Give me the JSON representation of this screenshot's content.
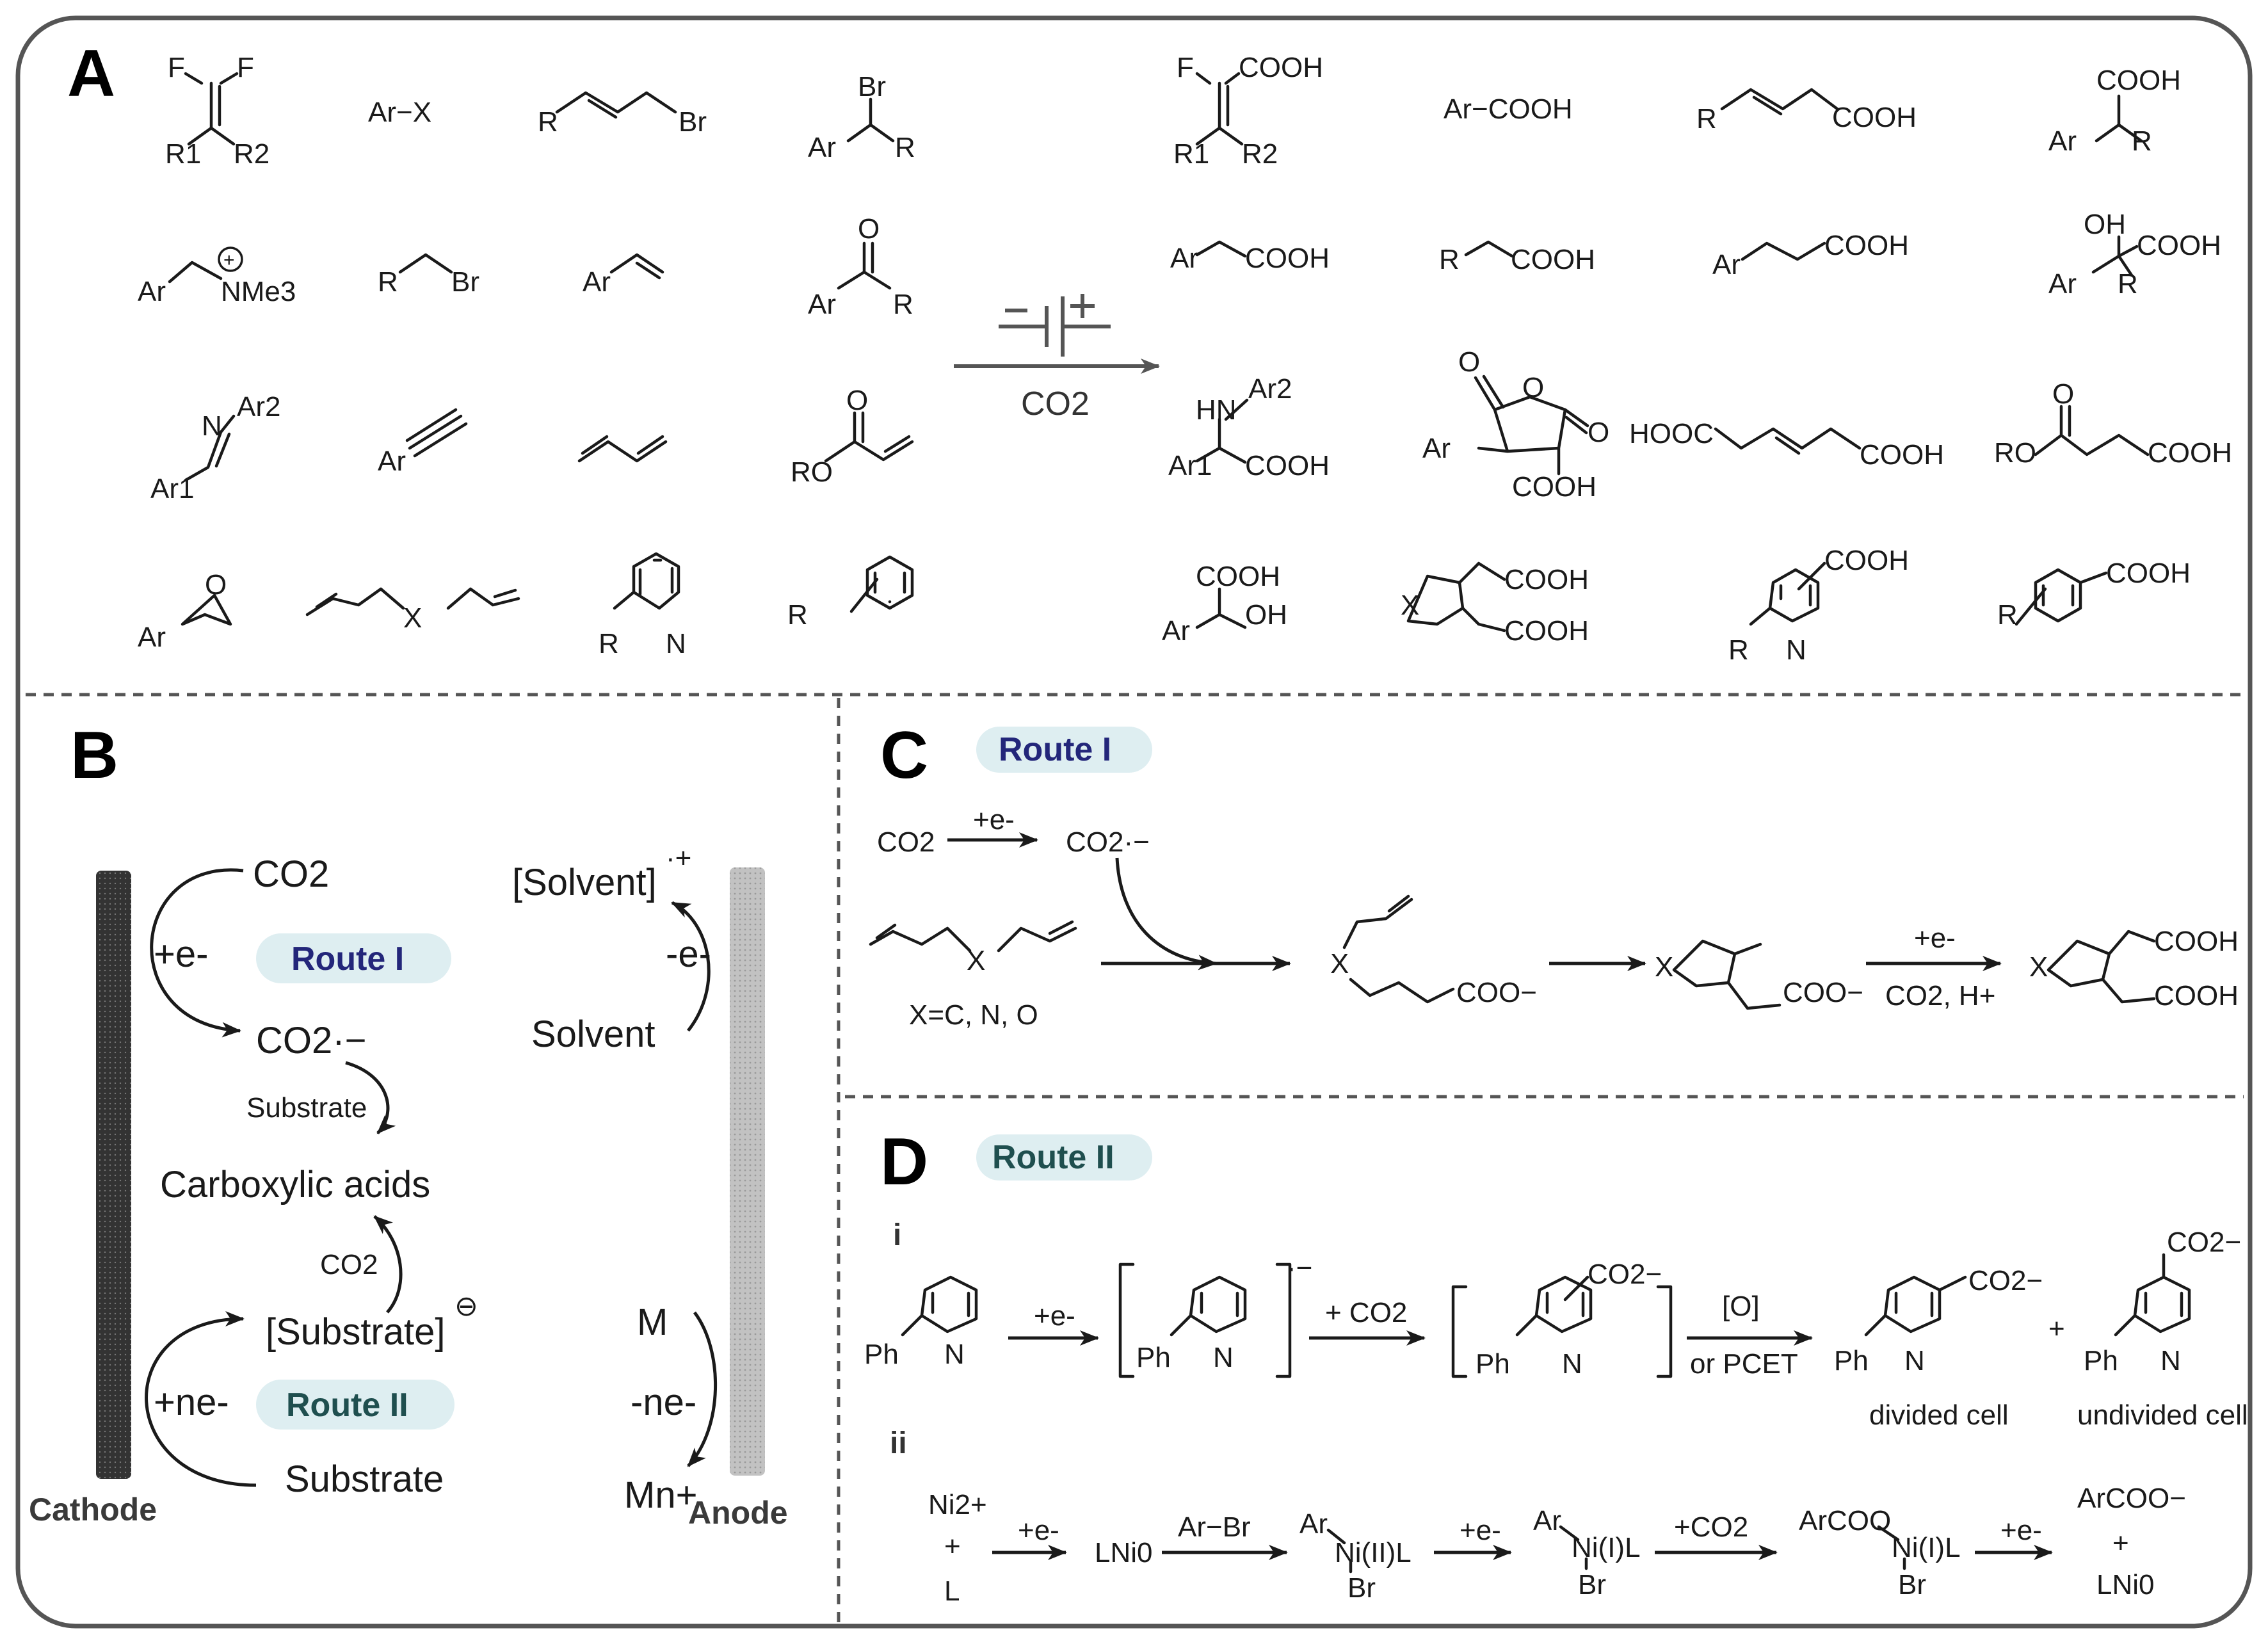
{
  "panels": {
    "a": "A",
    "b": "B",
    "c": "C",
    "d": "D"
  },
  "colors": {
    "route_pill": "#deeef1",
    "route1_text": "#23267a",
    "route2_text": "#1f4f4f",
    "cathode": "#333333",
    "anode": "#b8b8b8",
    "frame": "#555555"
  },
  "panel_a": {
    "row1": {
      "s1_f1": "F",
      "s1_f2": "F",
      "s1_r1": "R1",
      "s1_r2": "R2",
      "s2": "Ar−X",
      "s3_r": "R",
      "s3_br": "Br",
      "s4_br": "Br",
      "s4_ar": "Ar",
      "s4_r": "R",
      "p1_f": "F",
      "p1_cooh": "COOH",
      "p1_r1": "R1",
      "p1_r2": "R2",
      "p2": "Ar−COOH",
      "p3_r": "R",
      "p3_cooh": "COOH",
      "p4_cooh": "COOH",
      "p4_ar": "Ar",
      "p4_r": "R"
    },
    "row2": {
      "s1_ar": "Ar",
      "s1_n": "NMe3",
      "s1_charge": "+",
      "s2_r": "R",
      "s2_br": "Br",
      "s3_ar": "Ar",
      "s4_o": "O",
      "s4_ar": "Ar",
      "s4_r": "R",
      "p1_ar": "Ar",
      "p1_cooh": "COOH",
      "p2_r": "R",
      "p2_cooh": "COOH",
      "p3_ar": "Ar",
      "p3_cooh": "COOH",
      "p4_oh": "OH",
      "p4_cooh": "COOH",
      "p4_ar": "Ar",
      "p4_r": "R"
    },
    "row3": {
      "s1_n": "N",
      "s1_ar2": "Ar2",
      "s1_ar1": "Ar1",
      "s2_ar": "Ar",
      "s4_o": "O",
      "s4_ro": "RO",
      "p1_hn": "HN",
      "p1_ar2": "Ar2",
      "p1_ar1": "Ar1",
      "p1_cooh": "COOH",
      "p2_o1": "O",
      "p2_o2": "O",
      "p2_o3": "O",
      "p2_ar": "Ar",
      "p2_cooh": "COOH",
      "p3_hooc": "HOOC",
      "p3_cooh": "COOH",
      "p4_o": "O",
      "p4_ro": "RO",
      "p4_cooh": "COOH"
    },
    "row4": {
      "s1_o": "O",
      "s1_ar": "Ar",
      "s2_x": "X",
      "s3_r": "R",
      "s3_n": "N",
      "s4_r": "R",
      "p1_cooh": "COOH",
      "p1_ar": "Ar",
      "p1_oh": "OH",
      "p2_x": "X",
      "p2_cooh1": "COOH",
      "p2_cooh2": "COOH",
      "p3_cooh": "COOH",
      "p3_r": "R",
      "p3_n": "N",
      "p4_r": "R",
      "p4_cooh": "COOH"
    },
    "arrow_label": "CO2"
  },
  "panel_b": {
    "co2_top": "CO2",
    "plus_e": "+e-",
    "route1": "Route I",
    "co2_radical": "CO2·−",
    "substrate_small": "Substrate",
    "carboxylic": "Carboxylic acids",
    "co2_small": "CO2",
    "substrate_anion": "[Substrate]",
    "anion_charge": "⊖",
    "plus_ne": "+ne-",
    "route2": "Route II",
    "substrate_bottom": "Substrate",
    "cathode": "Cathode",
    "anode": "Anode",
    "solvent_radical": "[Solvent]",
    "solvent_charge": "·+",
    "minus_e": "-e-",
    "solvent": "Solvent",
    "metal": "M",
    "minus_ne": "-ne-",
    "metal_ion": "Mn+"
  },
  "panel_c": {
    "route": "Route I",
    "co2": "CO2",
    "plus_e": "+e-",
    "co2_radical": "CO2·−",
    "x1": "X",
    "x_eq": "X=C, N, O",
    "x2": "X",
    "coo1": "COO−",
    "x3": "X",
    "coo2": "COO−",
    "plus_e2": "+e-",
    "reagents": "CO2, H+",
    "x4": "X",
    "cooh1": "COOH",
    "cooh2": "COOH"
  },
  "panel_d": {
    "route": "Route II",
    "i": "i",
    "ii": "ii",
    "ph1": "Ph",
    "n1": "N",
    "plus_e": "+e-",
    "ph2": "Ph",
    "n2": "N",
    "radical_anion": "·−",
    "plus_co2": "+ CO2",
    "co2_sub": "CO2−",
    "ph3": "Ph",
    "n3": "N",
    "oxidant": "[O]",
    "pcet": "or PCET",
    "ph4": "Ph",
    "n4": "N",
    "co2_prod1": "CO2−",
    "plus": "+",
    "co2_prod2": "CO2−",
    "ph5": "Ph",
    "n5": "N",
    "divided": "divided cell",
    "undivided": "undivided cell",
    "ni2": "Ni2+",
    "plus2": "+",
    "l": "L",
    "plus_e2": "+e-",
    "lni0": "LNi0",
    "arbr": "Ar−Br",
    "ar_ni2": "Ar",
    "ni2l": "Ni(II)L",
    "br1": "Br",
    "plus_e3": "+e-",
    "ar_ni1": "Ar",
    "ni1l": "Ni(I)L",
    "br2": "Br",
    "plus_co2b": "+CO2",
    "arcoo_ni": "ArCOO",
    "ni1l_b": "Ni(I)L",
    "br3": "Br",
    "plus_e4": "+e-",
    "arcoo": "ArCOO−",
    "plus3": "+",
    "lni0_b": "LNi0"
  }
}
